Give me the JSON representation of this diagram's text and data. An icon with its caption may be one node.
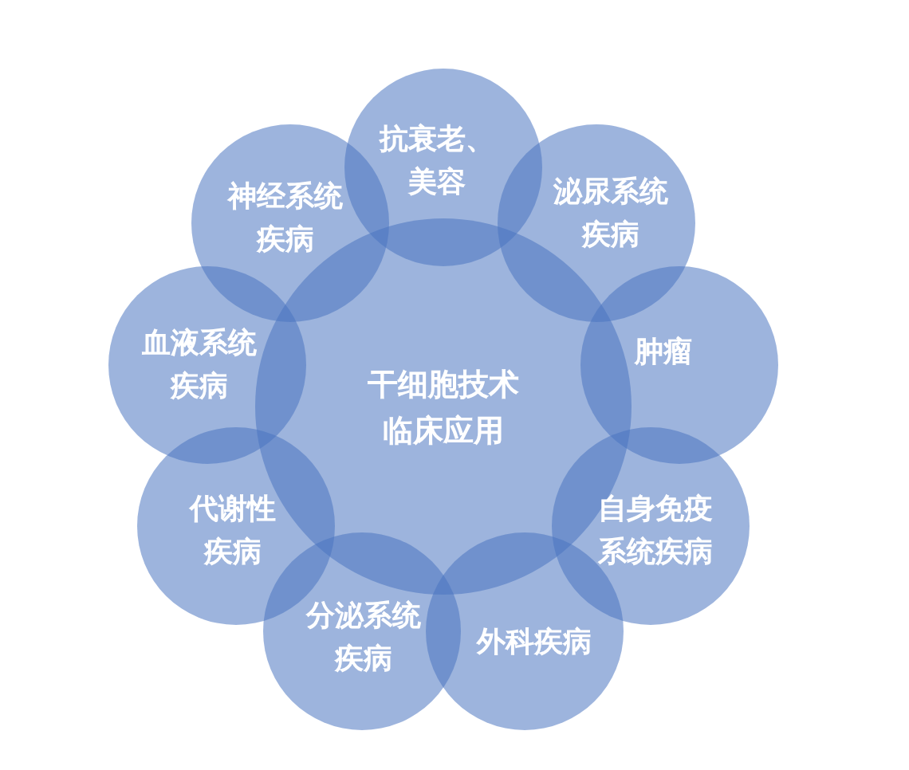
{
  "diagram": {
    "nodes": [
      {
        "text": [
          "干细胞技术临床应用"
        ]
      },
      {
        "text": [
          "抗衰老、美容"
        ]
      },
      {
        "text": [
          "泌尿系统疾病"
        ]
      },
      {
        "text": [
          "肿瘤"
        ]
      },
      {
        "text": [
          "自身免疫系统疾病"
        ]
      },
      {
        "text": [
          "外科疾病"
        ]
      },
      {
        "text": [
          "分泌系统疾病"
        ]
      },
      {
        "text": [
          "代谢性疾病"
        ]
      },
      {
        "text": [
          "血液系统疾病"
        ]
      },
      {
        "text": [
          "神经系统疾病"
        ]
      }
    ]
  }
}
